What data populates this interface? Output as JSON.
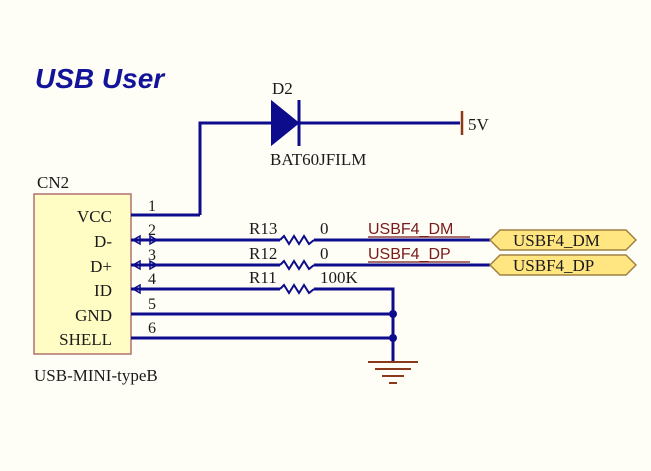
{
  "title": "USB User",
  "connector": {
    "designator": "CN2",
    "part": "USB-MINI-typeB",
    "pins": [
      {
        "name": "VCC",
        "number": "1"
      },
      {
        "name": "D-",
        "number": "2"
      },
      {
        "name": "D+",
        "number": "3"
      },
      {
        "name": "ID",
        "number": "4"
      },
      {
        "name": "GND",
        "number": "5"
      },
      {
        "name": "SHELL",
        "number": "6"
      }
    ]
  },
  "diode": {
    "designator": "D2",
    "part": "BAT60JFILM"
  },
  "power": {
    "label": "5V"
  },
  "resistors": [
    {
      "designator": "R13",
      "value": "0"
    },
    {
      "designator": "R12",
      "value": "0"
    },
    {
      "designator": "R11",
      "value": "100K"
    }
  ],
  "nets": {
    "dm": "USBF4_DM",
    "dp": "USBF4_DP"
  },
  "ports": {
    "dm": "USBF4_DM",
    "dp": "USBF4_DP"
  },
  "colors": {
    "wire": "#0c0c8c",
    "net_label": "#7a1a1a",
    "port_fill": "#ffe680",
    "body_fill": "#fffdc4",
    "title": "#14149a"
  }
}
